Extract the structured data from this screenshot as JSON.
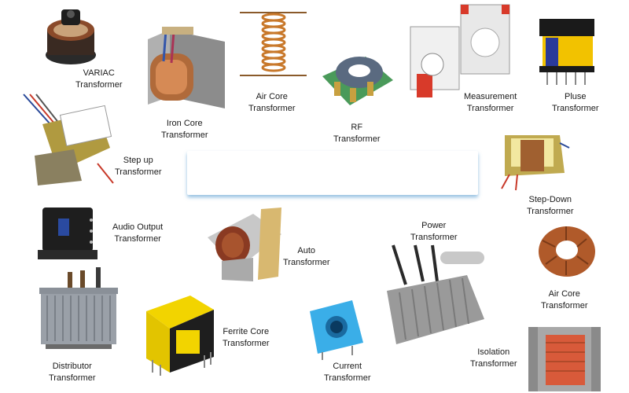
{
  "items": [
    {
      "key": "variac",
      "line1": "VARIAC",
      "line2": "Transformer"
    },
    {
      "key": "ironcore",
      "line1": "Iron Core",
      "line2": "Transformer"
    },
    {
      "key": "aircore_top",
      "line1": "Air Core",
      "line2": "Transformer"
    },
    {
      "key": "rf",
      "line1": "RF",
      "line2": "Transformer"
    },
    {
      "key": "measurement",
      "line1": "Measurement",
      "line2": "Transformer"
    },
    {
      "key": "pluse",
      "line1": "Pluse",
      "line2": "Transformer"
    },
    {
      "key": "stepup",
      "line1": "Step up",
      "line2": "Transformer"
    },
    {
      "key": "stepdown",
      "line1": "Step-Down",
      "line2": "Transformer"
    },
    {
      "key": "audio",
      "line1": "Audio Output",
      "line2": "Transformer"
    },
    {
      "key": "auto",
      "line1": "Auto",
      "line2": "Transformer"
    },
    {
      "key": "power",
      "line1": "Power",
      "line2": "Transformer"
    },
    {
      "key": "aircore_right",
      "line1": "Air Core",
      "line2": "Transformer"
    },
    {
      "key": "distributor",
      "line1": "Distributor",
      "line2": "Transformer"
    },
    {
      "key": "ferrite",
      "line1": "Ferrite Core",
      "line2": "Transformer"
    },
    {
      "key": "current",
      "line1": "Current",
      "line2": "Transformer"
    },
    {
      "key": "isolation",
      "line1": "Isolation",
      "line2": "Transformer"
    }
  ]
}
